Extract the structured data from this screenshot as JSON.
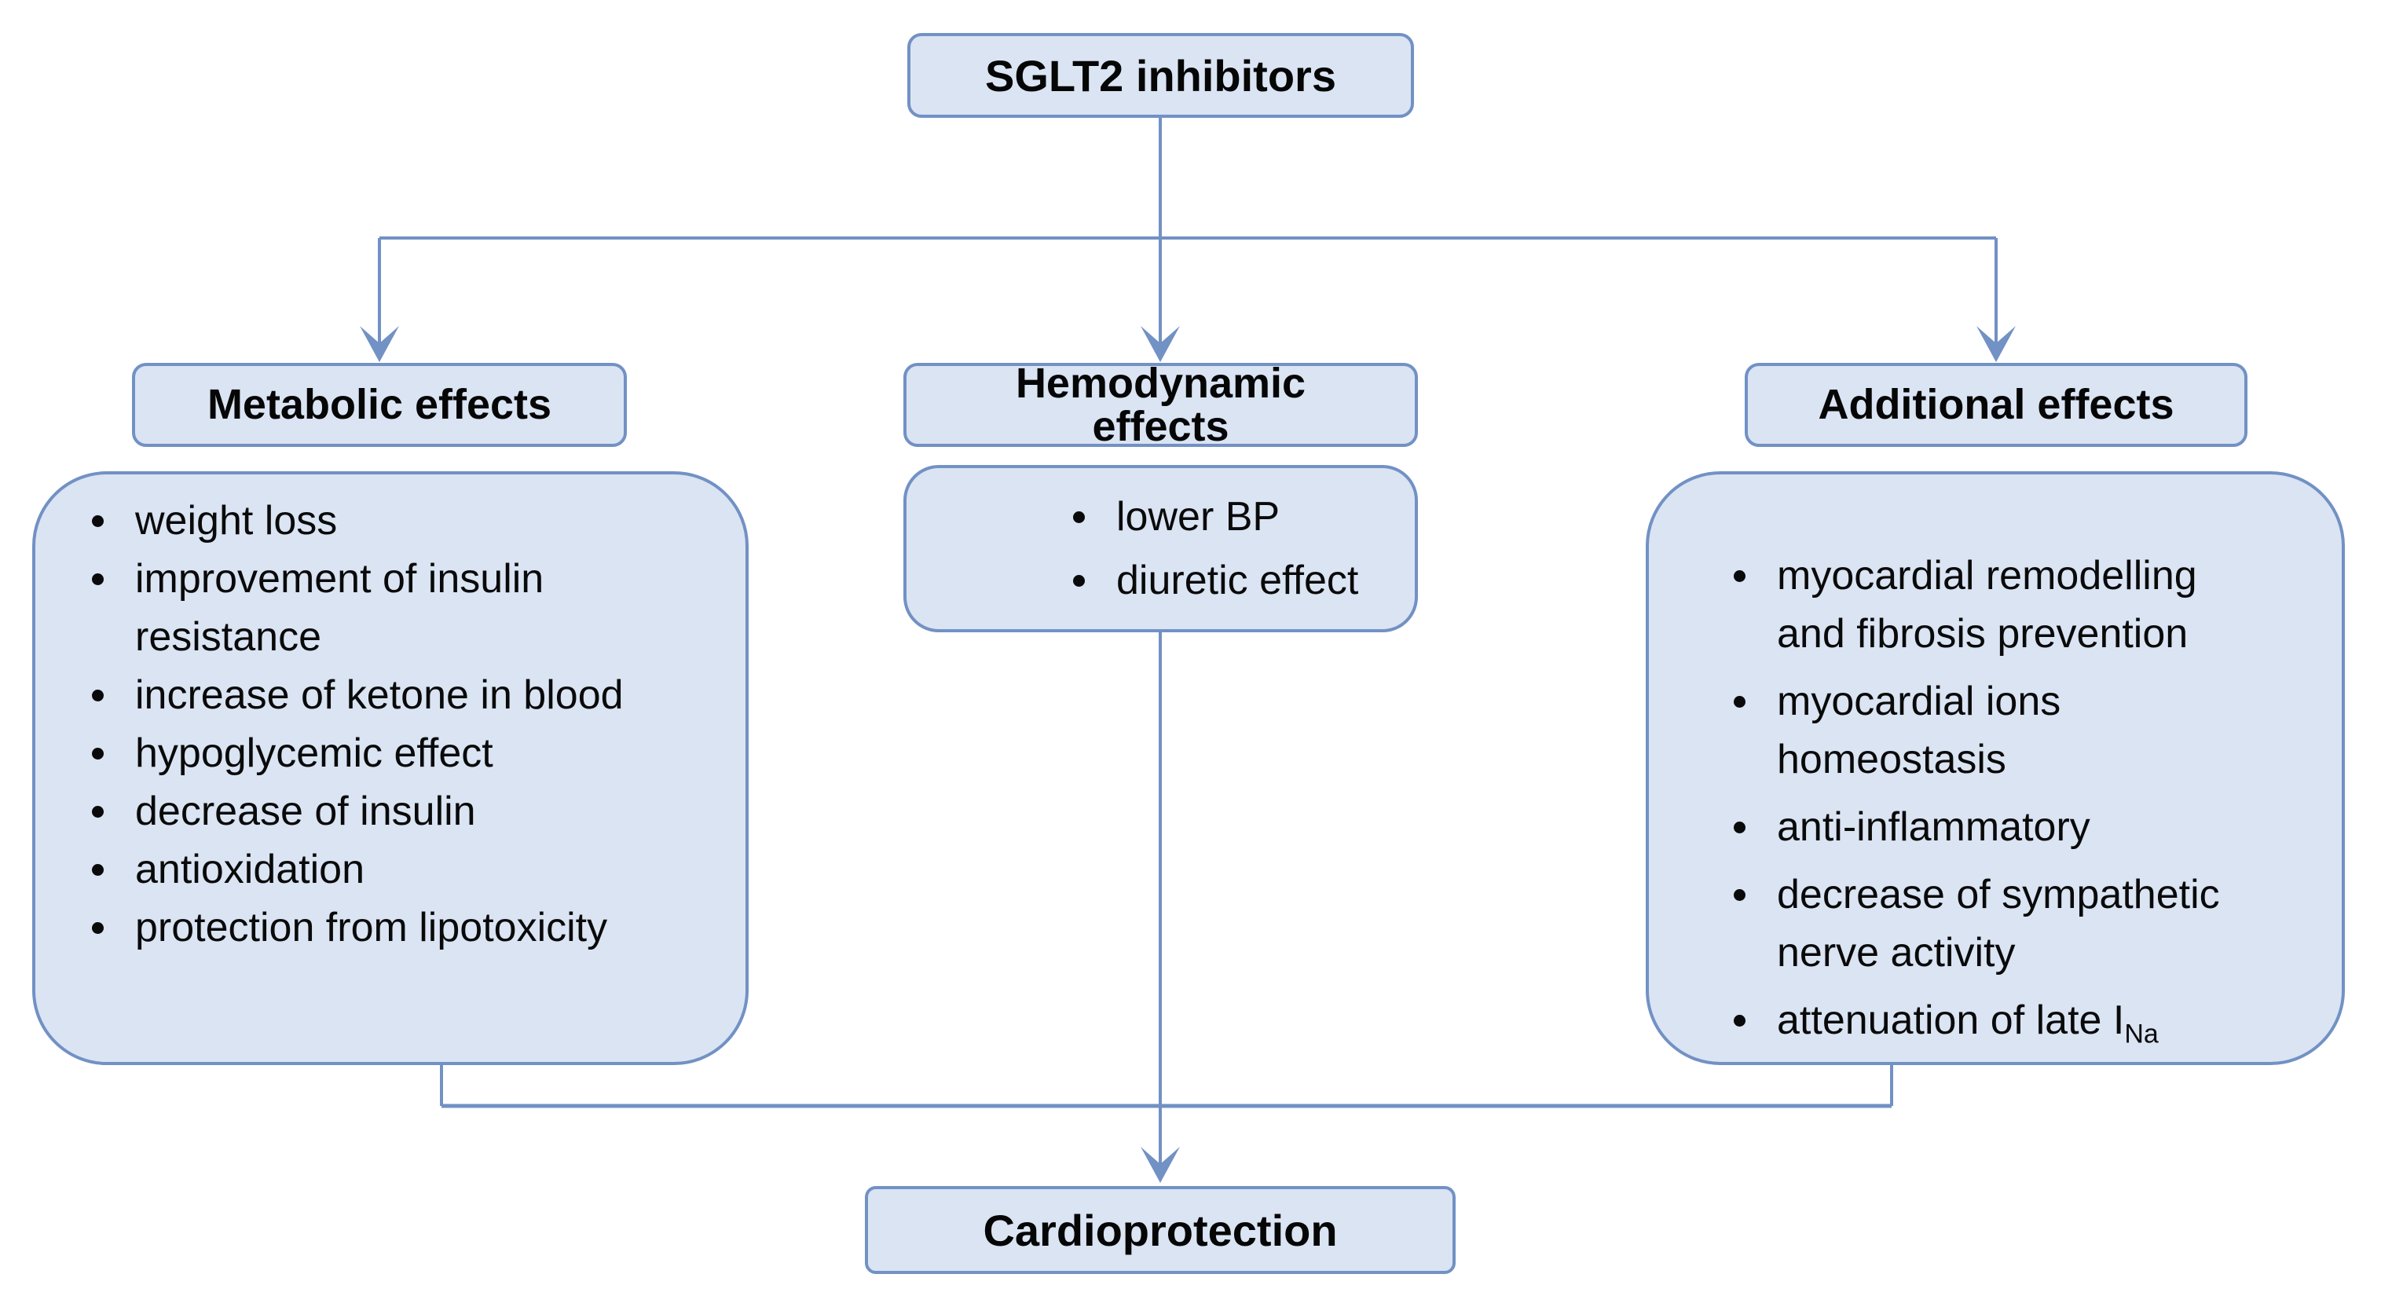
{
  "figure": {
    "root_node": {
      "label": "SGLT2 inhibitors"
    },
    "outcome_node": {
      "label": "Cardioprotection"
    },
    "branches": [
      {
        "header": "Metabolic effects",
        "items": [
          {
            "text": "weight loss"
          },
          {
            "text": "improvement of insulin resistance"
          },
          {
            "text": "increase of ketone in blood"
          },
          {
            "text": "hypoglycemic effect"
          },
          {
            "text": "decrease of insulin"
          },
          {
            "text": "antioxidation"
          },
          {
            "text": "protection from lipotoxicity"
          }
        ]
      },
      {
        "header": "Hemodynamic",
        "header_line2": "effects",
        "items": [
          {
            "text": "lower BP"
          },
          {
            "text": "diuretic effect"
          }
        ]
      },
      {
        "header": "Additional effects",
        "items": [
          {
            "text": "myocardial remodelling and fibrosis prevention"
          },
          {
            "text": "myocardial ions homeostasis"
          },
          {
            "text": "anti-inflammatory"
          },
          {
            "text": "decrease of sympathetic nerve activity"
          },
          {
            "text": "attenuation of late I",
            "subscript": "Na"
          }
        ]
      }
    ],
    "colors": {
      "node_fill": "#dae4f3",
      "node_border": "#7291c4",
      "connector": "#7291c4",
      "text": "#000000"
    }
  }
}
